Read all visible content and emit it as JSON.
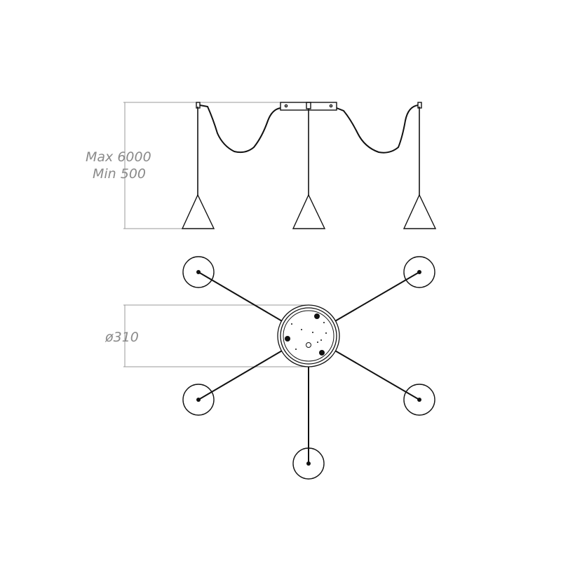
{
  "side_view": {
    "height_max_label": "Max 6000",
    "height_min_label": "Min 500"
  },
  "top_view": {
    "diameter_label": "ø310",
    "arm_count": 5
  },
  "colors": {
    "line": "#111111",
    "dimension": "#9a9a9a",
    "dimension_text": "#8a8a8a",
    "background": "#ffffff"
  }
}
